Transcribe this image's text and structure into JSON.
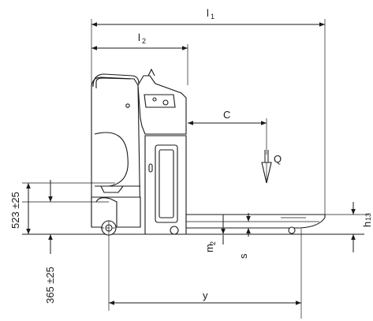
{
  "dimensions": {
    "l1": {
      "base": "l",
      "sub": "1"
    },
    "l2": {
      "base": "l",
      "sub": "2"
    },
    "c": "C",
    "q": "Q",
    "h13": {
      "base": "h",
      "sub": "13"
    },
    "m2": {
      "base": "m",
      "sub": "2"
    },
    "s": "s",
    "y": "y",
    "height_523": "523 ±25",
    "height_365": "365 ±25"
  },
  "colors": {
    "line": "#1a1a1a",
    "background": "#ffffff"
  }
}
